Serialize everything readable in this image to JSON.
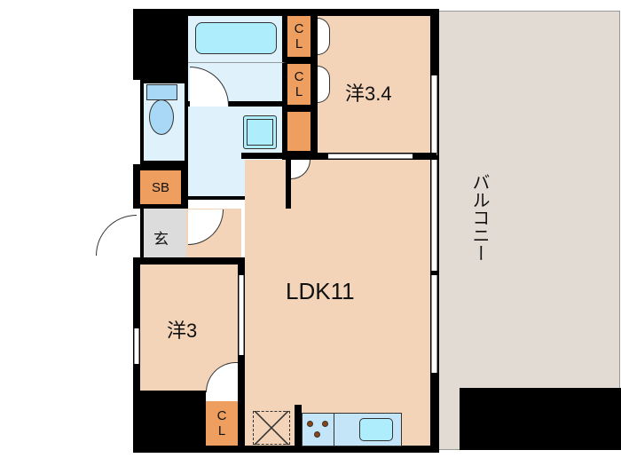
{
  "floorplan": {
    "rooms": [
      {
        "id": "ldk",
        "label": "LDK11"
      },
      {
        "id": "western_room_1",
        "label": "洋3.4"
      },
      {
        "id": "western_room_2",
        "label": "洋3"
      },
      {
        "id": "entrance",
        "label": "玄"
      },
      {
        "id": "shoe_box",
        "label": "SB"
      },
      {
        "id": "balcony",
        "label": "バルコニー"
      }
    ],
    "closets": [
      {
        "id": "cl_top_1",
        "label_c": "C",
        "label_l": "L"
      },
      {
        "id": "cl_top_2",
        "label_c": "C",
        "label_l": "L"
      },
      {
        "id": "cl_bottom",
        "label_c": "C",
        "label_l": "L"
      }
    ],
    "fixtures": [
      "bathtub",
      "toilet",
      "washbasin",
      "washing-machine-pan",
      "kitchen-stove",
      "kitchen-sink",
      "refrigerator-space"
    ],
    "colors": {
      "room": "#f3d4b8",
      "closet": "#ee9f60",
      "wet_area": "#dff2fb",
      "balcony": "#e2dbd3",
      "wall": "#000000"
    }
  }
}
